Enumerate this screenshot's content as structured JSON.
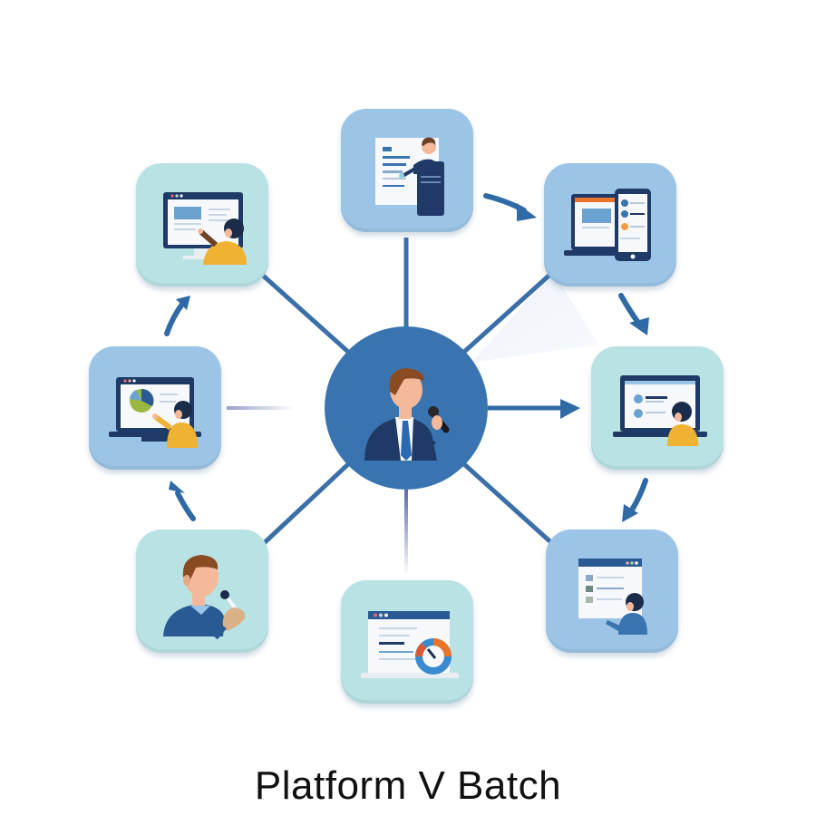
{
  "title": "Platform V Batch",
  "colors": {
    "hub": "#3a74b0",
    "connector": "#3a6fa8",
    "arrow": "#2f6aa6",
    "tile_blue": "#9cc4e6",
    "tile_teal": "#b9e2e4",
    "shirt_yellow": "#f0b232",
    "suit_navy": "#1f3a66"
  },
  "hub": {
    "icon": "speaker-with-microphone-icon"
  },
  "nodes": [
    {
      "id": "top",
      "icon": "presenter-with-document-and-phone-icon"
    },
    {
      "id": "top-right",
      "icon": "laptop-and-smartphone-icon"
    },
    {
      "id": "right",
      "icon": "person-at-laptop-icon"
    },
    {
      "id": "bottom-right",
      "icon": "person-with-browser-window-icon"
    },
    {
      "id": "bottom",
      "icon": "browser-with-donut-chart-icon"
    },
    {
      "id": "bottom-left",
      "icon": "person-speaking-into-microphone-icon"
    },
    {
      "id": "left",
      "icon": "person-presenting-pie-chart-icon"
    },
    {
      "id": "top-left",
      "icon": "person-at-monitor-icon"
    }
  ],
  "arrows": [
    {
      "from": "top",
      "to": "top-right",
      "direction": "clockwise"
    },
    {
      "from": "top-right",
      "to": "right",
      "direction": "clockwise"
    },
    {
      "from": "hub",
      "to": "right",
      "direction": "outward"
    },
    {
      "from": "right",
      "to": "bottom-right",
      "direction": "clockwise"
    },
    {
      "from": "bottom-left",
      "to": "left",
      "direction": "clockwise"
    },
    {
      "from": "left",
      "to": "top-left",
      "direction": "clockwise"
    }
  ]
}
